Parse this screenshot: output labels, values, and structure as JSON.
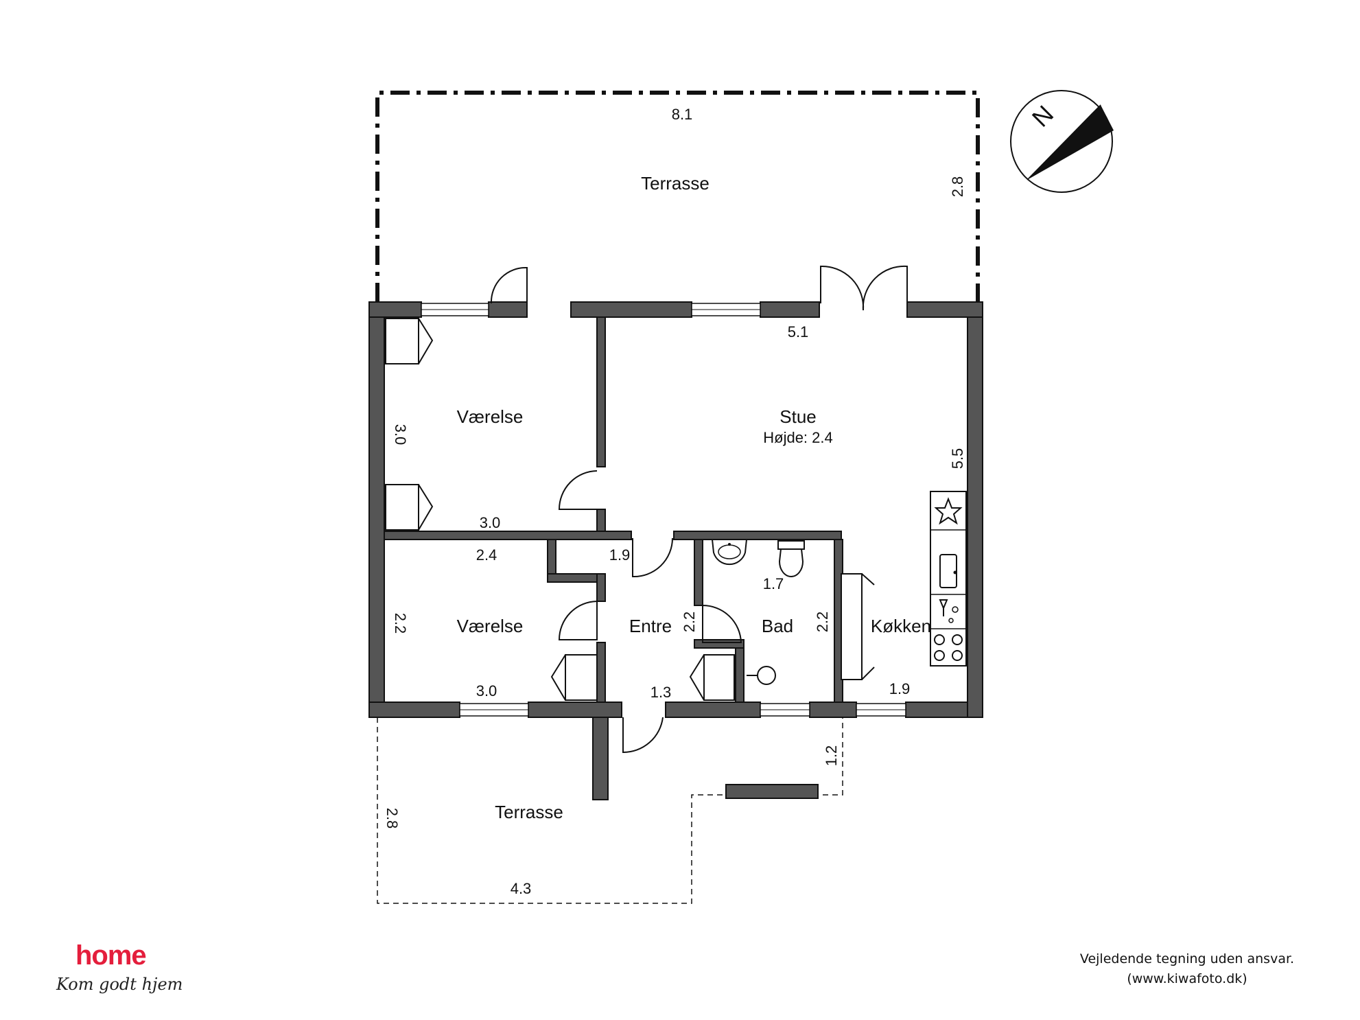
{
  "rooms": {
    "terrasse_top": "Terrasse",
    "vaerelse_top": "Værelse",
    "stue": "Stue",
    "stue_height": "Højde: 2.4",
    "vaerelse_bottom": "Værelse",
    "entre": "Entre",
    "bad": "Bad",
    "kokken": "Køkken",
    "terrasse_bottom": "Terrasse"
  },
  "dimensions": {
    "terrasse_top_width": "8.1",
    "terrasse_top_depth": "2.8",
    "stue_width": "5.1",
    "stue_depth": "5.5",
    "vaerelse_top_depth": "3.0",
    "vaerelse_top_width": "3.0",
    "vaerelse_bottom_top_width": "2.4",
    "hall_width": "1.9",
    "bad_width": "1.7",
    "vaerelse_bottom_depth": "2.2",
    "entre_depth": "2.2",
    "bad_depth": "2.2",
    "vaerelse_bottom_width": "3.0",
    "entre_width": "1.3",
    "kokken_width": "1.9",
    "terrasse_bottom_side": "1.2",
    "terrasse_bottom_depth": "2.8",
    "terrasse_bottom_width": "4.3"
  },
  "compass": {
    "letter": "N"
  },
  "logo": {
    "brand": "home",
    "tagline": "Kom godt hjem"
  },
  "disclaimer": {
    "line1": "Vejledende tegning uden ansvar.",
    "line2": "(www.kiwafoto.dk)"
  }
}
